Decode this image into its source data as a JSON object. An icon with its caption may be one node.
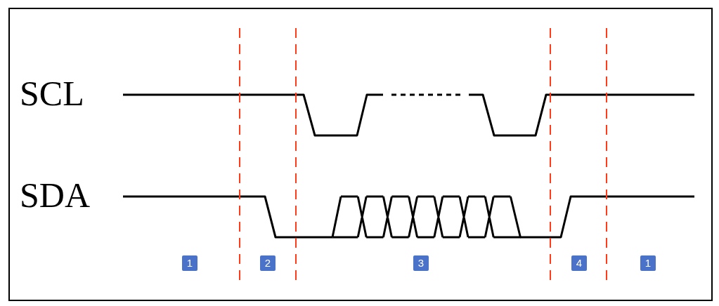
{
  "diagram": {
    "nodes": [
      {
        "text": [
          "1"
        ]
      },
      {
        "text": [
          "2"
        ]
      },
      {
        "text": [
          "3"
        ]
      },
      {
        "text": [
          "4"
        ]
      },
      {
        "text": [
          "1"
        ]
      }
    ],
    "edges": [],
    "labels": [
      "SCL",
      "SDA"
    ]
  }
}
